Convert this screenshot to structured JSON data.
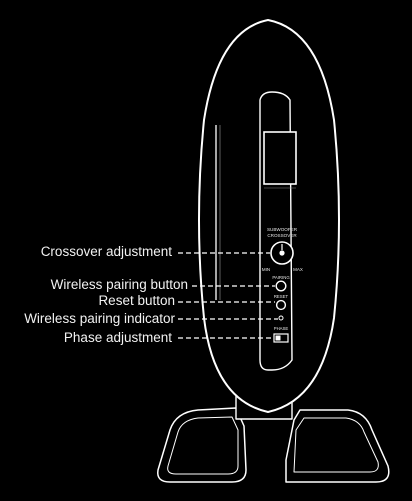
{
  "diagram": {
    "callouts": [
      {
        "id": "crossover",
        "label": "Crossover adjustment"
      },
      {
        "id": "pairing-button",
        "label": "Wireless pairing button"
      },
      {
        "id": "reset",
        "label": "Reset button"
      },
      {
        "id": "pairing-indicator",
        "label": "Wireless pairing indicator"
      },
      {
        "id": "phase",
        "label": "Phase adjustment"
      }
    ],
    "panel": {
      "crossover_title_1": "SUBWOOFER",
      "crossover_title_2": "CROSSOVER",
      "crossover_min": "MIN",
      "crossover_max": "MAX",
      "pairing_label": "PAIRING",
      "reset_label": "RESET",
      "phase_label": "PHASE"
    },
    "colors": {
      "background": "#000000",
      "outline": "#ffffff",
      "text": "#f2f2f2"
    }
  }
}
